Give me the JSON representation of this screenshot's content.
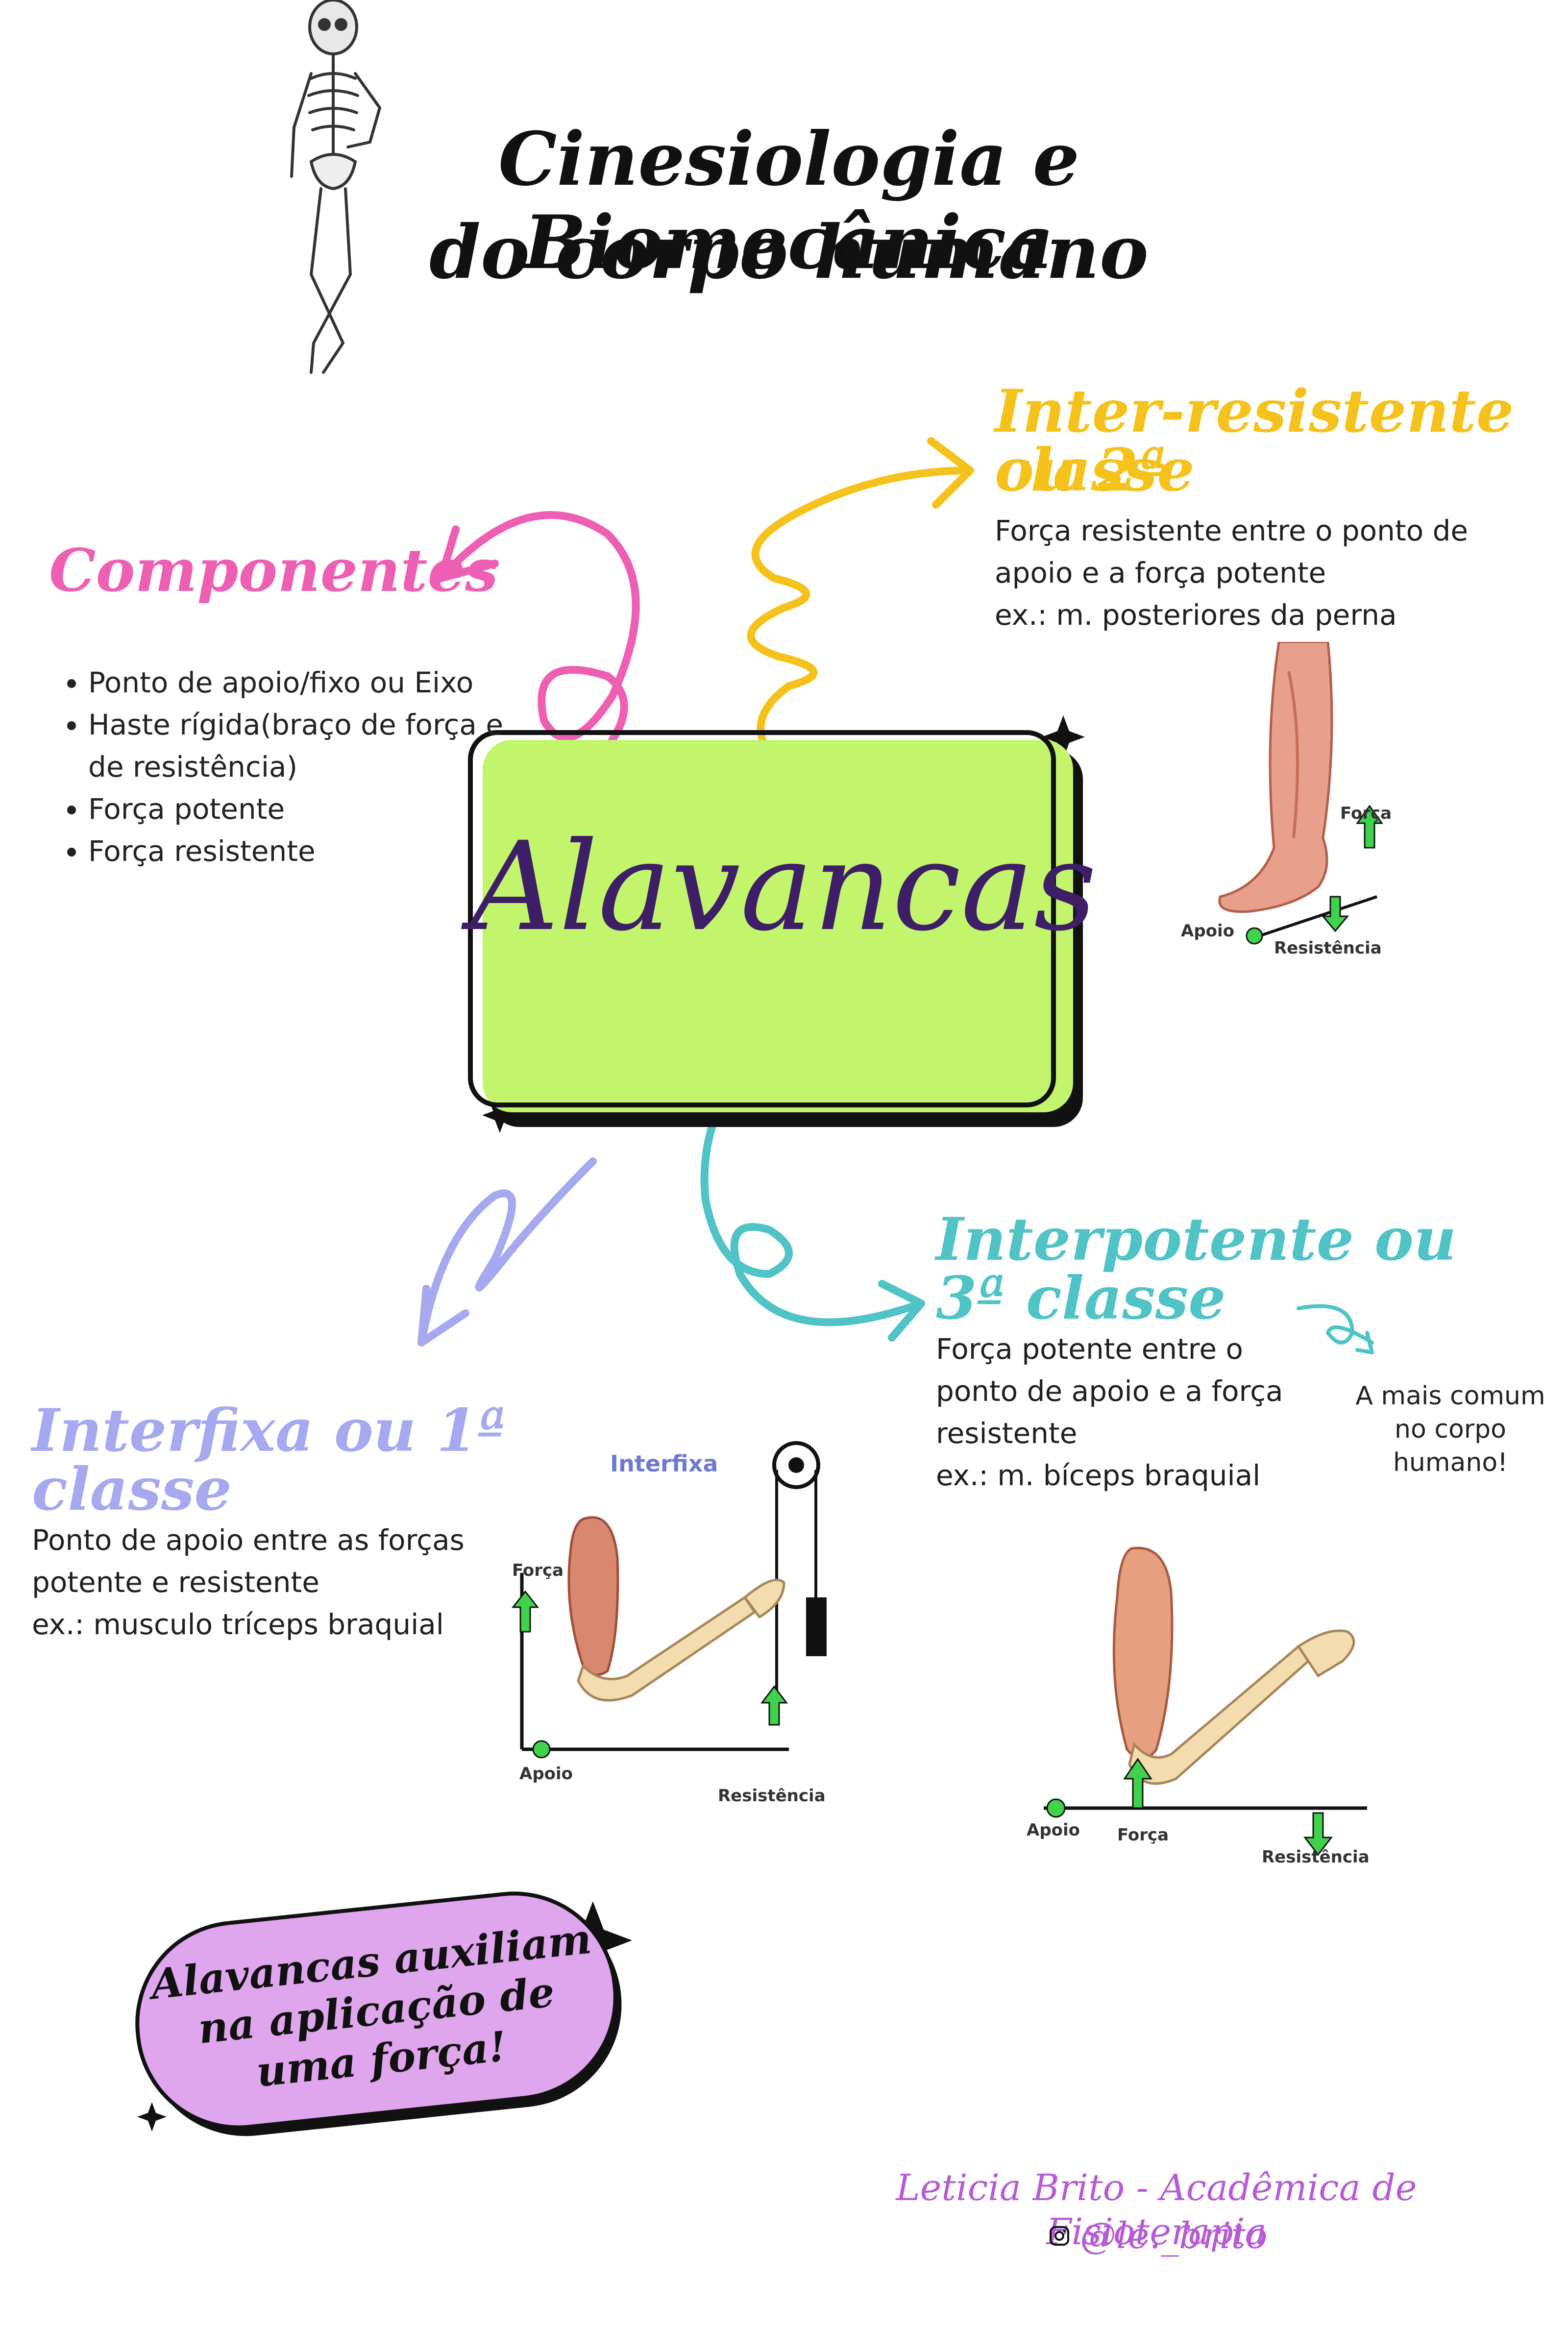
{
  "header": {
    "title_line1": "Cinesiologia e Biomecânica",
    "title_line2": "do corpo humano",
    "skeleton_icon": "skeleton-icon"
  },
  "center": {
    "label": "Alavancas",
    "bg_color": "#c2f56c"
  },
  "componentes": {
    "heading": "Componentes",
    "color": "#ee5fb3",
    "items": [
      "Ponto de apoio/fixo ou Eixo",
      "Haste rígida(braço de força e",
      "de resistência)",
      "Força potente",
      "Força resistente"
    ]
  },
  "segunda": {
    "heading_line1": "Inter-resistente ou 2ª",
    "heading_line2": "classe",
    "color": "#f5c21b",
    "lines": [
      "Força resistente entre o ponto de",
      "apoio e a força potente",
      "ex.: m. posteriores da perna"
    ],
    "diagram": {
      "forca": "Força",
      "apoio": "Apoio",
      "resistencia": "Resistência"
    }
  },
  "terceira": {
    "heading_line1": "Interpotente ou",
    "heading_line2": "3ª classe",
    "color": "#4fc3c6",
    "lines": [
      "Força potente entre o",
      "ponto de apoio e a força",
      "resistente",
      "ex.: m. bíceps braquial"
    ],
    "note": [
      "A mais comum",
      "no corpo",
      "humano!"
    ],
    "diagram": {
      "apoio": "Apoio",
      "forca": "Força",
      "resistencia": "Resistência"
    }
  },
  "primeira": {
    "heading_line1": "Interfixa ou 1ª",
    "heading_line2": "classe",
    "color": "#a6a8f0",
    "lines": [
      "Ponto de apoio entre as forças",
      "potente e resistente",
      "ex.: musculo tríceps braquial"
    ],
    "diagram": {
      "title": "Interfixa",
      "forca": "Força",
      "apoio": "Apoio",
      "resistencia": "Resistência"
    }
  },
  "callout": {
    "lines": [
      "Alavancas auxiliam",
      "na aplicação de",
      "uma força!"
    ],
    "bg_color": "#dfa6ee"
  },
  "footer": {
    "author": "Leticia Brito - Acadêmica de Fisioterapia",
    "handle": "@le._brito",
    "color": "#b65ad6",
    "instagram_icon": "instagram-icon"
  }
}
